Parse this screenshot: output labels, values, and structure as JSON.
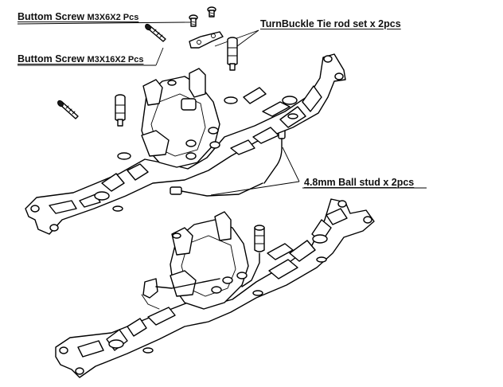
{
  "labels": {
    "screw_short": {
      "prefix": "Buttom Screw ",
      "size": "M3X6X2 Pcs"
    },
    "screw_long": {
      "prefix": "Buttom Screw ",
      "size": "M3X16X2 Pcs"
    },
    "turnbuckle": "TurnBuckle Tie rod set x 2pcs",
    "ball_stud": "4.8mm Ball stud x 2pcs"
  }
}
